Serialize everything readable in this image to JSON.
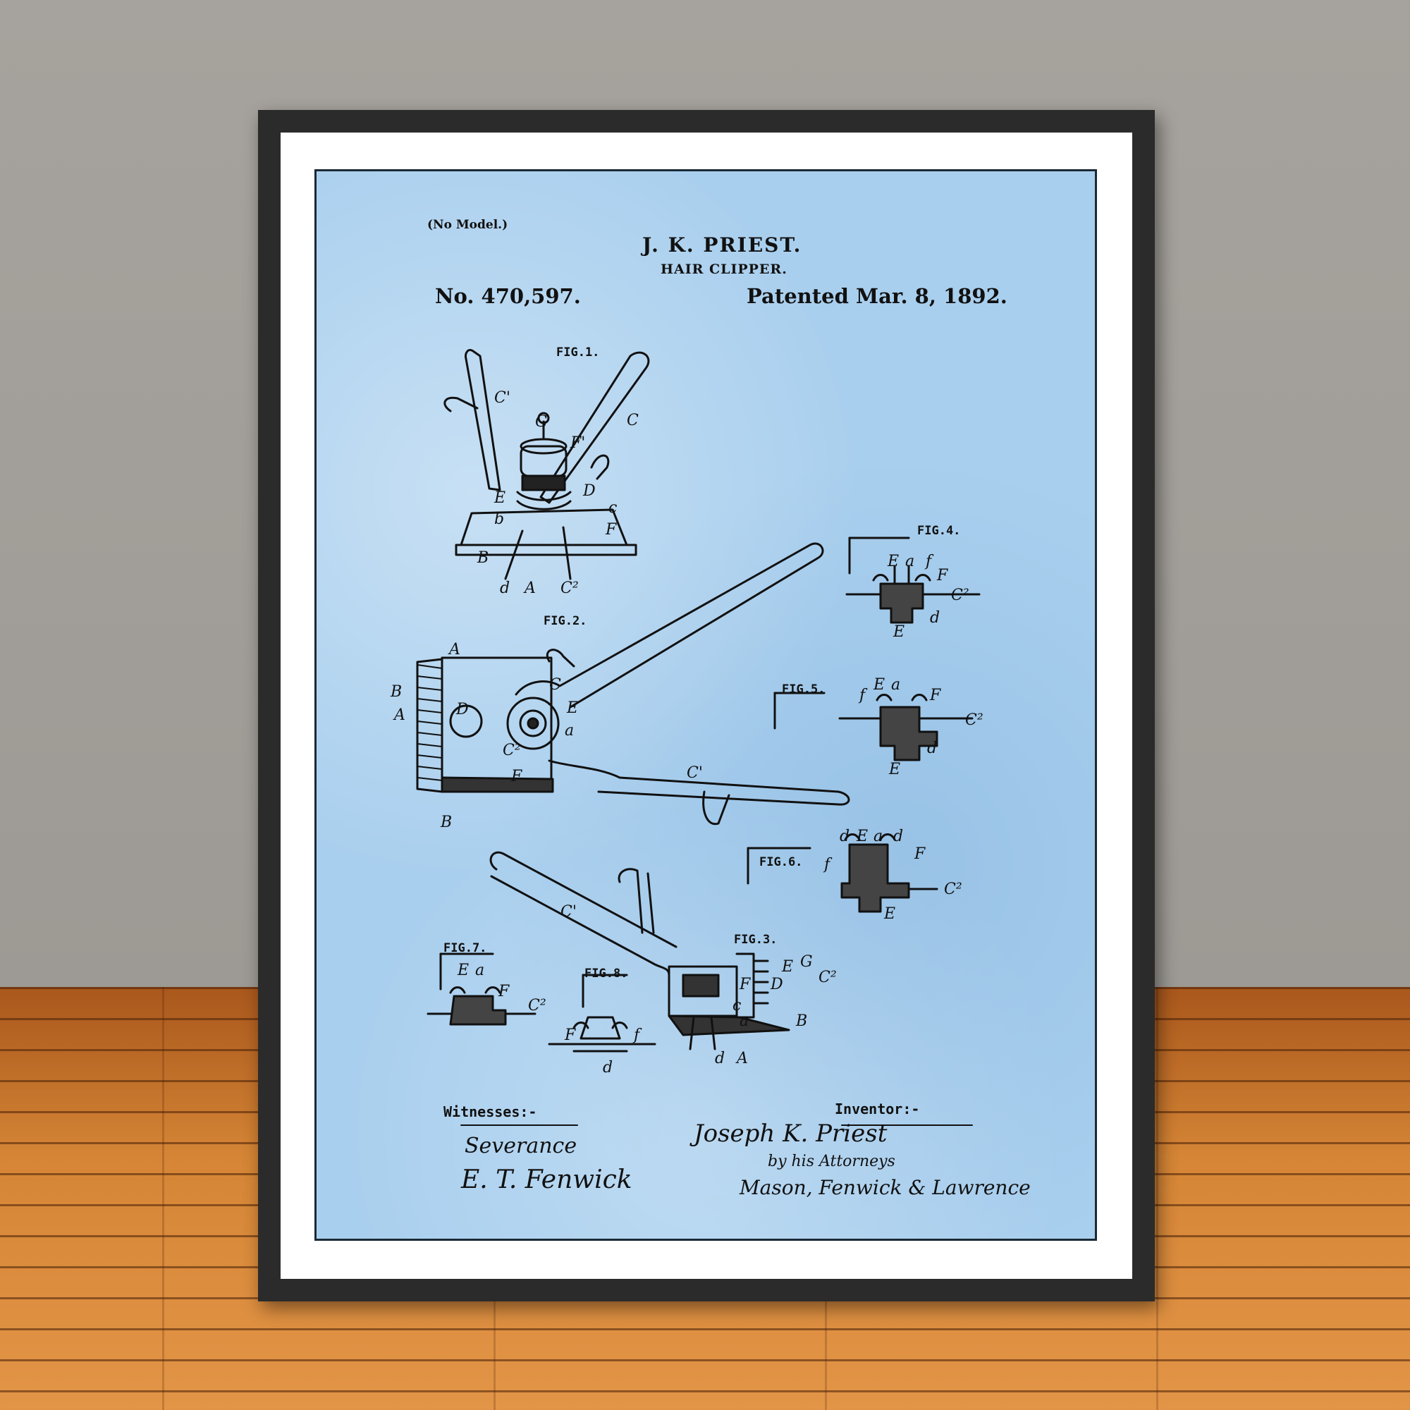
{
  "patent": {
    "model_note": "(No Model.)",
    "inventor": "J. K. PRIEST.",
    "title": "HAIR CLIPPER.",
    "number": "No. 470,597.",
    "date": "Patented Mar. 8, 1892."
  },
  "figures": {
    "fig1": "FIG.1.",
    "fig2": "FIG.2.",
    "fig3": "FIG.3.",
    "fig4": "FIG.4.",
    "fig5": "FIG.5.",
    "fig6": "FIG.6.",
    "fig7": "FIG.7.",
    "fig8": "FIG.8."
  },
  "signatures": {
    "witnesses_heading": "Witnesses:-",
    "inventor_heading": "Inventor:-",
    "witness_1": "Severance",
    "witness_2": "E. T. Fenwick",
    "inventor_signature": "Joseph K. Priest",
    "attorney_line": "by his Attorneys",
    "attorneys": "Mason, Fenwick & Lawrence"
  },
  "colors": {
    "wall": "#a29e99",
    "floor": "#c9712a",
    "frame": "#2b2b2b",
    "mat": "#ffffff",
    "paper": "#a9cfee",
    "ink": "#111111"
  }
}
